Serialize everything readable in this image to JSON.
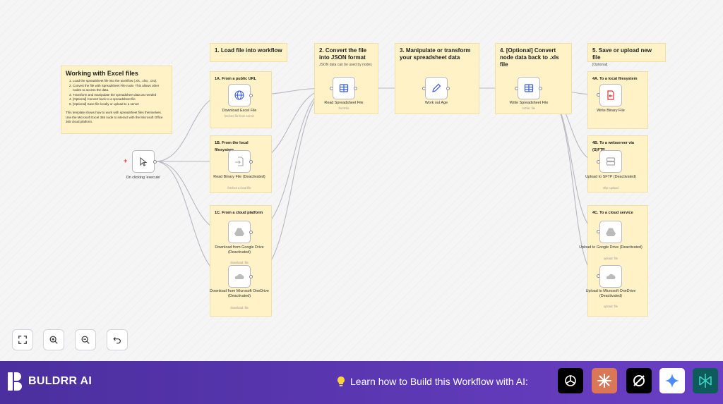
{
  "canvas": {
    "intro": {
      "title": "Working with Excel files",
      "steps": [
        "Load the spreadsheet file into the workflow (.xls, .xlsx, .csv).",
        "Convert the file with Spreadsheet File node. This allows other nodes to access the data.",
        "Transform and manipulate the spreadsheet data as needed",
        "[Optional] Convert back to a spreadsheet file",
        "[Optional] Save file locally or upload to a server"
      ],
      "note": "This template shows how to work with spreadsheet files themselves. Use the Microsoft Excel 365 node to interact with the Microsoft Office 365 cloud platform."
    },
    "sections": {
      "load": "1. Load file into workflow",
      "convert": "2. Convert the file into JSON format",
      "convert_sub": "JSON data can be used by nodes",
      "manipulate": "3. Manipulate or transform your spreadsheet data",
      "convert_back": "4. [Optional] Convert node data back to .xls file",
      "save": "5. Save or upload new file",
      "save_sub": "[Optional]",
      "s1a": "1A. From a public URL",
      "s1b": "1B. From the local filesystem",
      "s1c": "1C. From a cloud platform",
      "s4a": "4A. To a local filesystem",
      "s4b": "4B. To a webserver via (S)FTP",
      "s4c": "4C. To a cloud service"
    },
    "nodes": {
      "trigger": {
        "label": "On clicking 'execute'"
      },
      "download_excel": {
        "label": "Download Excel File",
        "sub": "fetches file from server"
      },
      "read_binary": {
        "label": "Read Binary File (Deactivated)",
        "sub": "fetches a local file"
      },
      "gdrive_download": {
        "label": "Download from Google Drive (Deactivated)",
        "sub": "download: file"
      },
      "onedrive_download": {
        "label": "Download from Microsoft OneDrive (Deactivated)",
        "sub": "download: file"
      },
      "read_spreadsheet": {
        "label": "Read Spreadsheet File",
        "sub": "fromFile"
      },
      "work_out_age": {
        "label": "Work out Age"
      },
      "write_spreadsheet": {
        "label": "Write Spreadsheet File",
        "sub": "toFile: file"
      },
      "write_binary": {
        "label": "Write Binary File"
      },
      "upload_sftp": {
        "label": "Upload to SFTP (Deactivated)",
        "sub": "sftp: upload"
      },
      "upload_gdrive": {
        "label": "Upload to Google Drive (Deactivated)",
        "sub": "upload: file"
      },
      "upload_onedrive": {
        "label": "Upload to Microsoft OneDrive (Deactivated)",
        "sub": "upload: file"
      }
    },
    "controls": [
      "fit-view",
      "zoom-in",
      "zoom-out",
      "undo"
    ]
  },
  "banner": {
    "brand": "BULDRR AI",
    "cta": "Learn how to Build this Workflow with AI:",
    "ai_tools": [
      {
        "name": "chatgpt",
        "bg": "#000000"
      },
      {
        "name": "claude",
        "bg": "#d97757"
      },
      {
        "name": "perplexity",
        "bg": "#000000"
      },
      {
        "name": "gemini",
        "bg": "#ffffff"
      },
      {
        "name": "teal-tool",
        "bg": "#0e5b5b"
      }
    ]
  }
}
